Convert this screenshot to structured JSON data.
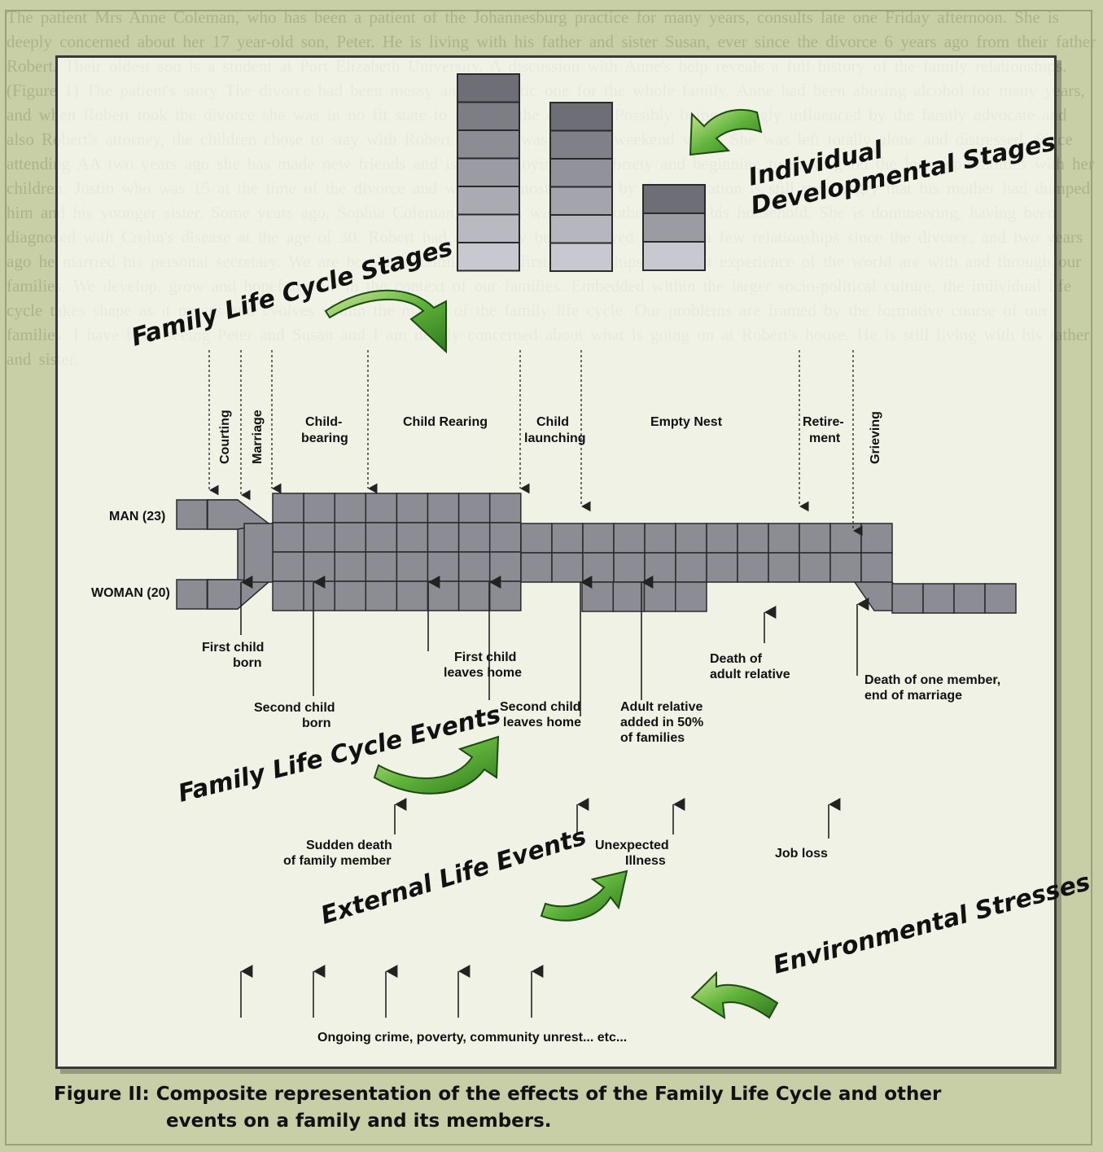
{
  "background_text": "The patient Mrs Anne Coleman, who has been a patient of the Johannesburg practice for many years, consults late one Friday afternoon. She is deeply concerned about her 17 year-old son, Peter. He is living with his father and sister Susan, ever since the divorce 6 years ago from their father Robert. Their oldest son is a student at Port Elizabeth University. A discussion with Anne's help reveals a full history of the family relationships. (Figure 1) The patient's story The divorce had been messy and traumatic one for the whole family. Anne had been abusing alcohol for many years, and when Robert took the divorce she was in no fit state to care for the children. Possibly being strongly influenced by the family advocate and also Robert's attorney, the children chose to stay with Robert and she was granted weekend visits. She was left totally alone and distressed. Since attending AA two years ago she has made new friends and is now enjoying her sobriety and beginning to make good the lost opportunities with her children. Justin who was 15 at the time of the divorce and who was most affected by the separation is still very angry that his mother had dumped him and his younger sister. Some years ago, Sophia Coleman, Robert's widowed mother, joined his household. She is domineering, having been diagnosed with Crohn's disease at the age of 30. Robert had apparently been involved in quite a few relationships since the divorce, and two years ago he married his personal secretary. We are born into families. Our first relationships, our first experience of the world are with and through our families. We develop, grow and hopefully die in the context of our families. Embedded within the larger socio-political culture, the individual life cycle takes shape as it moves and evolves within the matrix of the family life cycle. Our problems are framed by the formative course of our families. I have been seeing Peter and Susan and I am deeply concerned about what is going on at Robert's house. He is still living with his father and sister.",
  "labels": {
    "individual_stages": [
      "Individual",
      "Developmental Stages"
    ],
    "family_stages": "Family Life Cycle Stages",
    "family_events": "Family Life Cycle Events",
    "external_events": "External Life Events",
    "environmental_stresses": "Environmental Stresses"
  },
  "stages": [
    {
      "lines": [
        "Courting"
      ],
      "rotated": true
    },
    {
      "lines": [
        "Marriage"
      ],
      "rotated": true
    },
    {
      "lines": [
        "Child-",
        "bearing"
      ]
    },
    {
      "lines": [
        "Child Rearing"
      ]
    },
    {
      "lines": [
        "Child",
        "launching"
      ]
    },
    {
      "lines": [
        "Empty Nest"
      ]
    },
    {
      "lines": [
        "Retire-",
        "ment"
      ]
    },
    {
      "lines": [
        "Grieving"
      ],
      "rotated": true
    }
  ],
  "people": {
    "man": "MAN (23)",
    "woman": "WOMAN (20)"
  },
  "events": [
    {
      "lines": [
        "First child",
        "born"
      ]
    },
    {
      "lines": [
        "Second child",
        "born"
      ]
    },
    {
      "lines": [
        "First child",
        "leaves home"
      ]
    },
    {
      "lines": [
        "Second child",
        "leaves home"
      ]
    },
    {
      "lines": [
        "Adult relative",
        "added in 50%",
        "of families"
      ]
    },
    {
      "lines": [
        "Death of",
        "adult relative"
      ]
    },
    {
      "lines": [
        "Death of one member,",
        "end of marriage"
      ]
    }
  ],
  "external": [
    {
      "lines": [
        "Sudden death",
        "of family member"
      ]
    },
    {
      "lines": [
        "Unexpected",
        "Illness"
      ]
    },
    {
      "lines": [
        "Job loss"
      ]
    }
  ],
  "stress_text": "Ongoing crime, poverty, community unrest... etc...",
  "caption": {
    "line1": "Figure II:  Composite representation of the effects of the Family Life Cycle and other",
    "line2": "events on a family and its members."
  },
  "colors": {
    "block": "#8c8c94",
    "block_light": "#b9b8c2",
    "arrow_green": "#5cae3a",
    "background": "#c8cfa6"
  }
}
